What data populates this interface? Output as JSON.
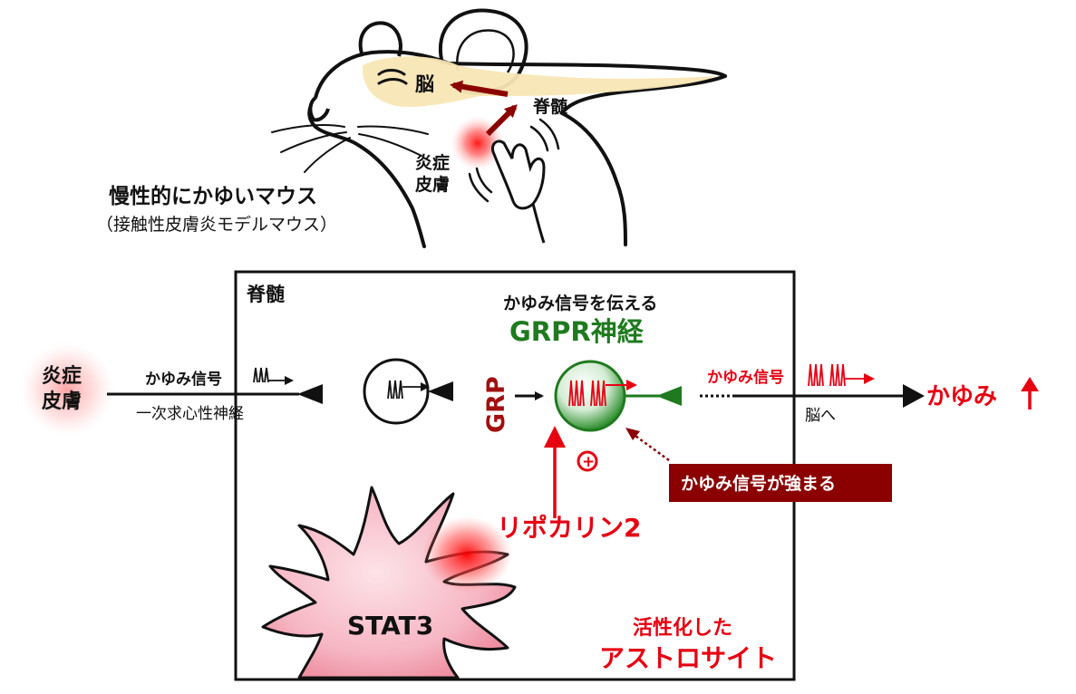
{
  "mouse": {
    "brain_label": "脳",
    "spinal_label": "脊髄",
    "skin_label_1": "炎症",
    "skin_label_2": "皮膚",
    "title": "慢性的にかゆいマウス",
    "subtitle": "（接触性皮膚炎モデルマウス）"
  },
  "diagram": {
    "box_label": "脊髄",
    "skin_label_1": "炎症",
    "skin_label_2": "皮膚",
    "itch_signal_in": "かゆみ信号",
    "primary_neuron": "一次求心性神経",
    "grp_label": "GRP",
    "grpr_caption": "かゆみ信号を伝える",
    "grpr_title": "GRPR神経",
    "itch_signal_out": "かゆみ信号",
    "to_brain": "脳へ",
    "itch_result": "かゆみ",
    "strengthen_label": "かゆみ信号が強まる",
    "plus_symbol": "+",
    "lipocalin": "リポカリン2",
    "stat3": "STAT3",
    "activated_1": "活性化した",
    "activated_2": "アストロサイト"
  },
  "colors": {
    "dark_red": "#8b0000",
    "bright_red": "#e60012",
    "green": "#1f7a1f",
    "black": "#111111",
    "skin_tan": "#f8e6b4",
    "astro_pink": "#f6b7c4"
  }
}
